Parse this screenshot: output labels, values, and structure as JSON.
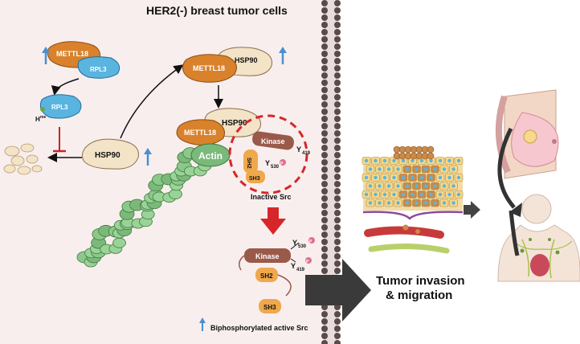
{
  "title": "HER2(-) breast tumor cells",
  "labels": {
    "mettl18": "METTL18",
    "rpl3": "RPL3",
    "hsp90": "HSP90",
    "actin": "Actin",
    "kinase": "Kinase",
    "sh2": "SH2",
    "sh3": "SH3",
    "y419": "Y",
    "y419_sub": "419",
    "y530": "Y",
    "y530_sub": "530",
    "p": "P",
    "h": "H",
    "h_sup": "me",
    "inactive_src": "Inactive Src",
    "invasion_line1": "Tumor invasion",
    "invasion_line2": "& migration",
    "legend": "Biphosphorylated active Src"
  },
  "colors": {
    "cell_bg": "#f9eeee",
    "mettl18": "#d9822b",
    "rpl3": "#5ab4e0",
    "hsp90": "#f3e3c7",
    "actin": "#7ab97a",
    "kinase": "#9a5a4a",
    "sh_domain": "#f0a84c",
    "inhibit": "#c0282a",
    "dashed_circle": "#d7262a",
    "membrane": "#5a4a4a",
    "up_arrow": "#4a90d0",
    "phospho": "#e0708a"
  }
}
